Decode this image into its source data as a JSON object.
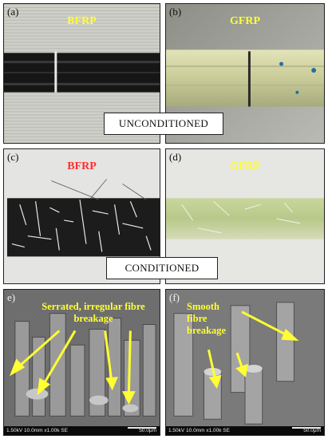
{
  "panels": {
    "a": {
      "label": "(a)",
      "material": "BFRP"
    },
    "b": {
      "label": "(b)",
      "material": "GFRP"
    },
    "c": {
      "label": "(c)",
      "material": "BFRP"
    },
    "d": {
      "label": "(d)",
      "material": "GFRP"
    },
    "e": {
      "label": "e)",
      "annotation": "Serrated, irregular fibre breakage",
      "sem_info": "1.50kV 10.0mm x1.00k SE",
      "scale": "50.0μm"
    },
    "f": {
      "label": "(f)",
      "annotation": "Smooth fibre breakage",
      "sem_info": "1.50kV 10.0mm x1.00k SE",
      "scale": "50.0μm"
    }
  },
  "conditions": {
    "top": "UNCONDITIONED",
    "bottom": "CONDITIONED"
  },
  "colors": {
    "annotation_yellow": "#ffff33",
    "bfrp_dark": "#1a1a1a",
    "gfrp_green": "#c8d19c"
  }
}
